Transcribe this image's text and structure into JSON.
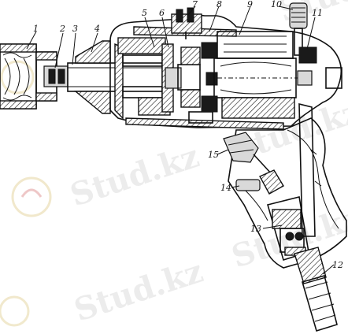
{
  "callouts": [
    "1",
    "2",
    "3",
    "4",
    "5",
    "6",
    "7",
    "8",
    "9",
    "10",
    "11",
    "12",
    "13",
    "14",
    "15"
  ],
  "watermark": {
    "text": "Stud.kz"
  }
}
